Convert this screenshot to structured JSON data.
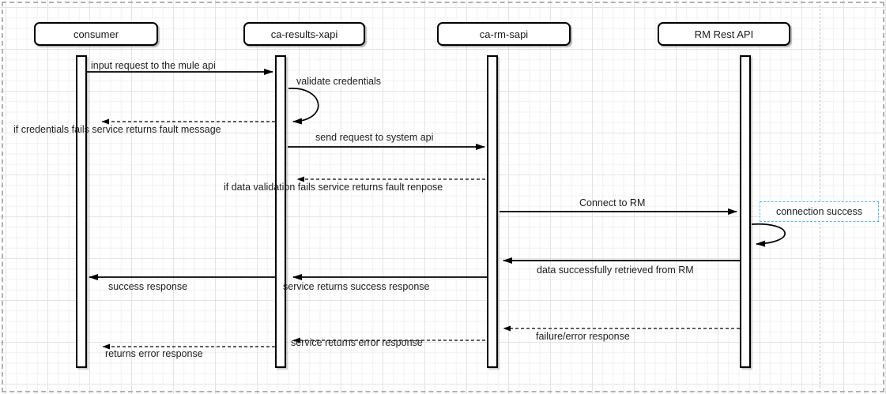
{
  "diagram": {
    "type": "sequence-diagram",
    "actors": [
      {
        "label": "consumer"
      },
      {
        "label": "ca-results-xapi"
      },
      {
        "label": "ca-rm-sapi"
      },
      {
        "label": "RM Rest API"
      }
    ],
    "messages": [
      {
        "label": "input request to the mule api",
        "from": "consumer",
        "to": "ca-results-xapi",
        "style": "solid"
      },
      {
        "label": "validate credentials",
        "from": "ca-results-xapi",
        "to": "ca-results-xapi",
        "style": "self-loop"
      },
      {
        "label": "if credentials fails service returns fault message",
        "from": "ca-results-xapi",
        "to": "consumer",
        "style": "dashed"
      },
      {
        "label": "send request to system api",
        "from": "ca-results-xapi",
        "to": "ca-rm-sapi",
        "style": "solid"
      },
      {
        "label": "if  data validation fails service returns fault renpose",
        "from": "ca-rm-sapi",
        "to": "ca-results-xapi",
        "style": "dashed"
      },
      {
        "label": "Connect to RM",
        "from": "ca-rm-sapi",
        "to": "RM Rest API",
        "style": "solid"
      },
      {
        "label": "data successfully retrieved from RM",
        "from": "RM Rest API",
        "to": "ca-rm-sapi",
        "style": "solid"
      },
      {
        "label": "success response",
        "from": "ca-results-xapi",
        "to": "consumer",
        "style": "solid"
      },
      {
        "label": "service returns success response",
        "from": "ca-rm-sapi",
        "to": "ca-results-xapi",
        "style": "solid"
      },
      {
        "label": "failure/error response",
        "from": "RM Rest API",
        "to": "ca-rm-sapi",
        "style": "dashed"
      },
      {
        "label": "service returns error response",
        "from": "ca-rm-sapi",
        "to": "ca-results-xapi",
        "style": "dashed"
      },
      {
        "label": "returns error response",
        "from": "ca-results-xapi",
        "to": "consumer",
        "style": "dashed"
      }
    ],
    "note": {
      "label": "connection success",
      "border_color": "#58b8ee"
    },
    "colors": {
      "line": "#000000",
      "note_border": "#58b8ee",
      "grid_major": "#e4e4e4",
      "grid_minor": "#f1f1f1",
      "page_border": "#b1b1b1"
    }
  }
}
